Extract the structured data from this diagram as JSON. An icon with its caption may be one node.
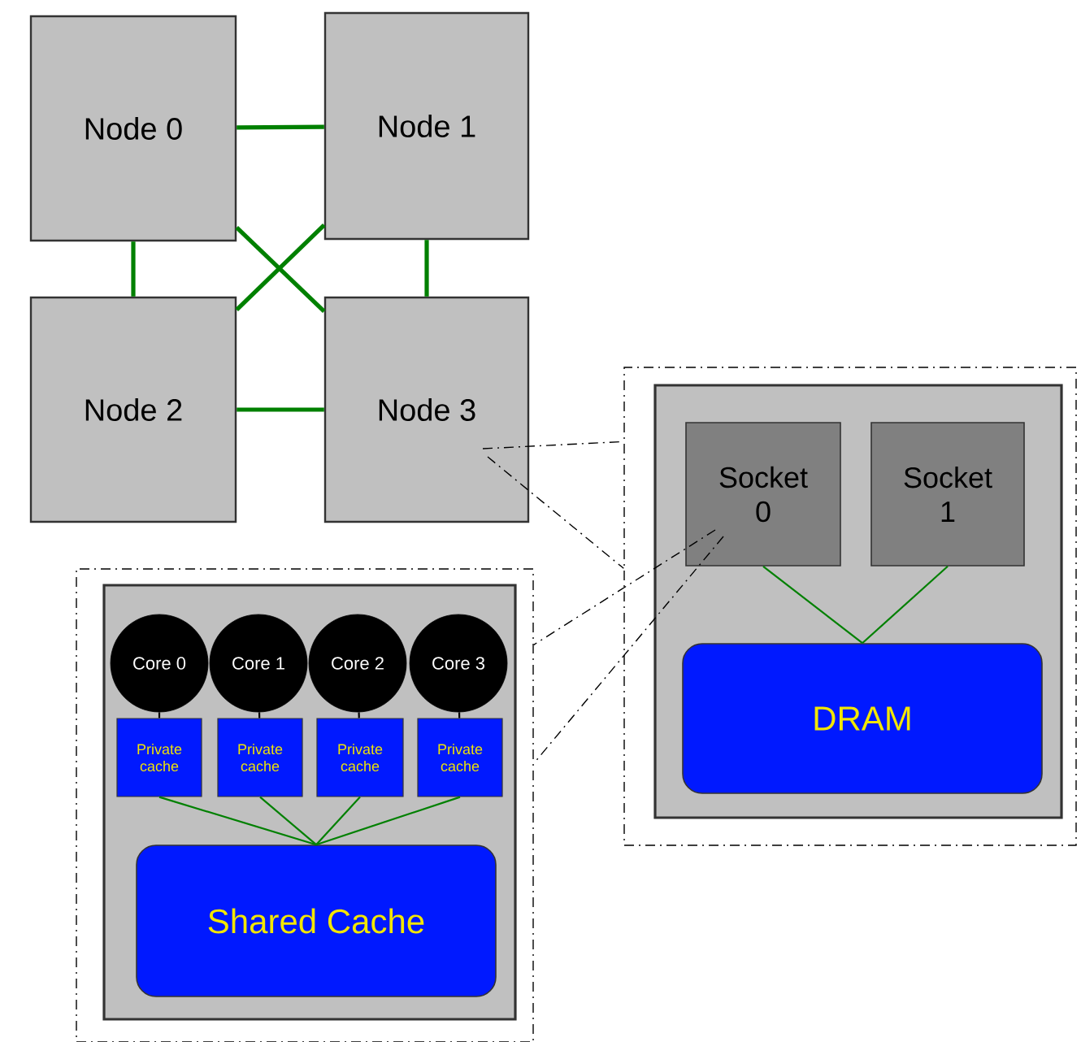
{
  "diagram": {
    "nodes": [
      {
        "text": [
          "Node 0"
        ]
      },
      {
        "text": [
          "Node 1"
        ]
      },
      {
        "text": [
          "Node 2"
        ]
      },
      {
        "text": [
          "Node 3"
        ]
      },
      {
        "text": [],
        "shape": "box"
      },
      {
        "text": [],
        "shape": "box",
        "in": 4
      },
      {
        "text": [
          "Socket 0"
        ],
        "in": 5
      },
      {
        "text": [
          "Socket 1"
        ],
        "in": 5
      },
      {
        "text": [
          "DRAM"
        ],
        "in": 5
      },
      {
        "text": [],
        "shape": "box"
      },
      {
        "text": [],
        "shape": "box",
        "in": 9
      },
      {
        "text": [
          "Core 0"
        ],
        "in": 10
      },
      {
        "text": [
          "Core 1"
        ],
        "in": 10
      },
      {
        "text": [
          "Core 2"
        ],
        "in": 10
      },
      {
        "text": [
          "Core 3"
        ],
        "in": 10
      },
      {
        "text": [
          "Private cache"
        ],
        "in": 10
      },
      {
        "text": [
          "Private cache"
        ],
        "in": 10
      },
      {
        "text": [
          "Private cache"
        ],
        "in": 10
      },
      {
        "text": [
          "Private cache"
        ],
        "in": 10
      },
      {
        "text": [
          "Shared Cache"
        ],
        "in": 10
      }
    ],
    "edges": [
      {
        "from": 0,
        "to": 1,
        "arrow": "none",
        "style": "thick"
      },
      {
        "from": 0,
        "to": 2,
        "arrow": "none",
        "style": "thick"
      },
      {
        "from": 0,
        "to": 3,
        "arrow": "none",
        "style": "thick"
      },
      {
        "from": 1,
        "to": 2,
        "arrow": "none",
        "style": "thick"
      },
      {
        "from": 1,
        "to": 3,
        "arrow": "none",
        "style": "thick"
      },
      {
        "from": 2,
        "to": 3,
        "arrow": "none",
        "style": "thick"
      },
      {
        "from": 3,
        "to": 4,
        "arrow": "none",
        "style": "dashed",
        "color": "#000000"
      },
      {
        "from": 3,
        "to": 4,
        "arrow": "none",
        "style": "dashed",
        "color": "#000000"
      },
      {
        "from": 6,
        "to": 8,
        "arrow": "none"
      },
      {
        "from": 7,
        "to": 8,
        "arrow": "none"
      },
      {
        "from": 6,
        "to": 9,
        "arrow": "none",
        "style": "dashed",
        "color": "#000000"
      },
      {
        "from": 6,
        "to": 9,
        "arrow": "none",
        "style": "dashed",
        "color": "#000000"
      },
      {
        "from": 11,
        "to": 15,
        "arrow": "none",
        "color": "#000000"
      },
      {
        "from": 12,
        "to": 16,
        "arrow": "none",
        "color": "#000000"
      },
      {
        "from": 13,
        "to": 17,
        "arrow": "none",
        "color": "#000000"
      },
      {
        "from": 14,
        "to": 18,
        "arrow": "none",
        "color": "#000000"
      },
      {
        "from": 15,
        "to": 19,
        "arrow": "none"
      },
      {
        "from": 16,
        "to": 19,
        "arrow": "none"
      },
      {
        "from": 17,
        "to": 19,
        "arrow": "none"
      },
      {
        "from": 18,
        "to": 19,
        "arrow": "none"
      }
    ]
  }
}
